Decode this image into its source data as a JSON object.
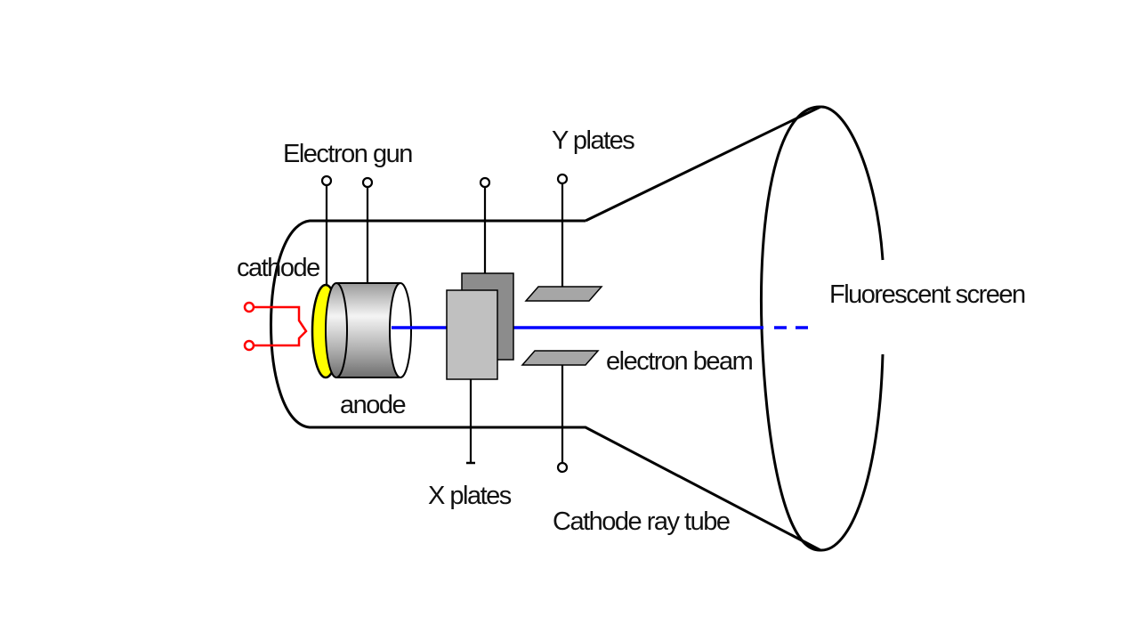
{
  "labels": {
    "electron_gun": "Electron gun",
    "y_plates": "Y plates",
    "cathode": "cathode",
    "anode": "anode",
    "x_plates": "X plates",
    "electron_beam": "electron beam",
    "fluorescent_screen": "Fluorescent screen",
    "cathode_ray_tube": "Cathode ray tube"
  },
  "colors": {
    "outline": "#000000",
    "beam": "#0000ff",
    "heater_wire": "#ff0000",
    "cathode_disc": "#ffff00",
    "anode_light": "#f2f2f2",
    "anode_dark": "#7f7f7f",
    "x_plate_front": "#c0c0c0",
    "x_plate_back": "#8c8c8c",
    "y_plate": "#a6a6a6"
  }
}
